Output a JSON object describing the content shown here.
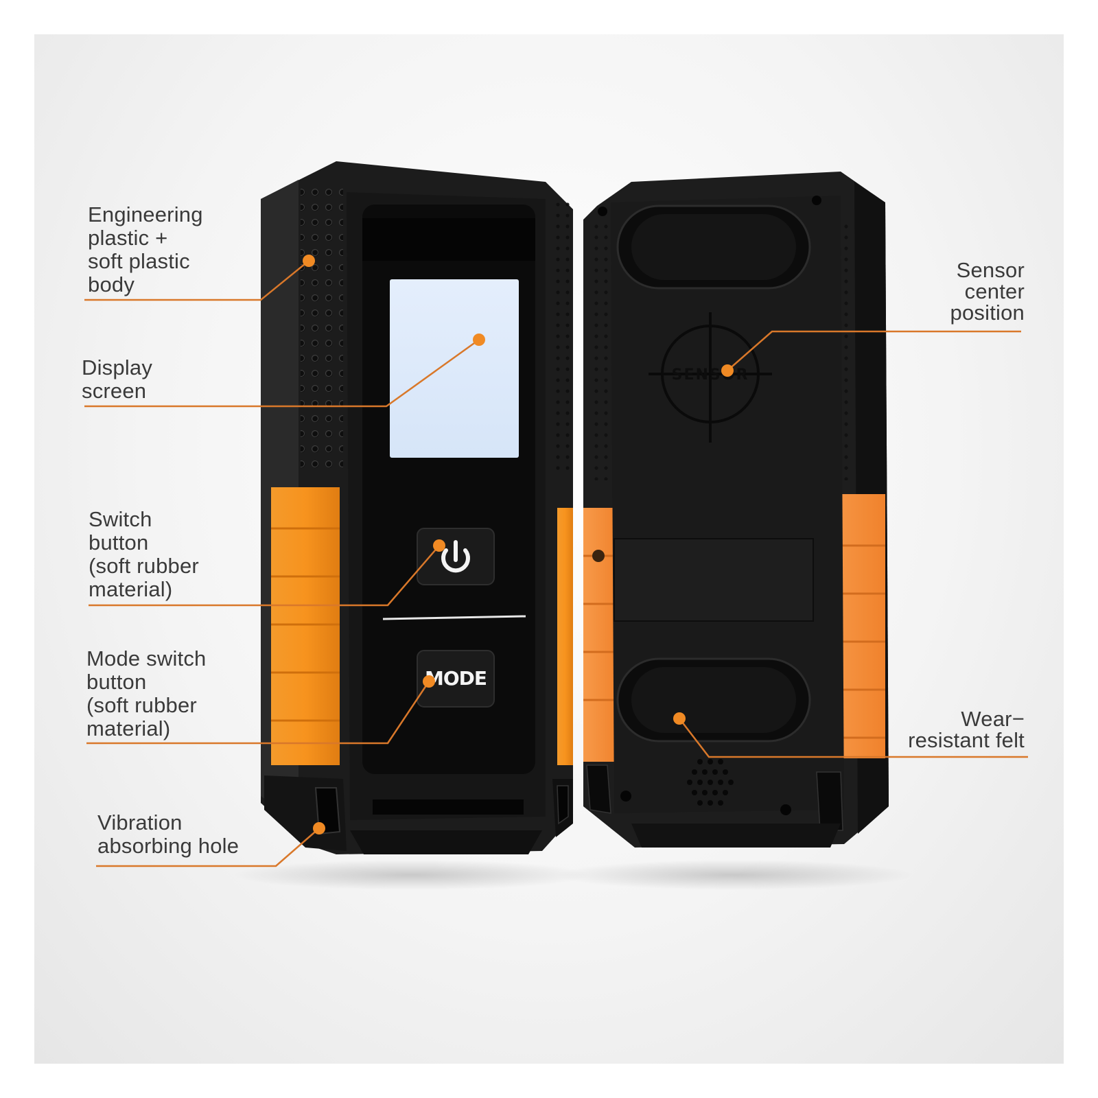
{
  "callouts": {
    "engineering_body": "Engineering\nplastic +\nsoft plastic\nbody",
    "display_screen": "Display\nscreen",
    "switch_button": "Switch\nbutton\n(soft rubber\nmaterial)",
    "mode_switch_button": "Mode switch\nbutton\n(soft rubber\nmaterial)",
    "vibration_hole": "Vibration\nabsorbing hole",
    "sensor_center": "Sensor\ncenter\nposition",
    "wear_felt": "Wear−\nresistant felt"
  },
  "device_text": {
    "mode_button": "MODE",
    "sensor_mark": "SENSOR"
  },
  "colors": {
    "accent": "#f08a24",
    "body": "#1f1f1f",
    "rubber": "#f7931e",
    "screen": "#dce9fb",
    "leader_line": "#d9782a"
  },
  "icons": {
    "power": "power-icon"
  }
}
